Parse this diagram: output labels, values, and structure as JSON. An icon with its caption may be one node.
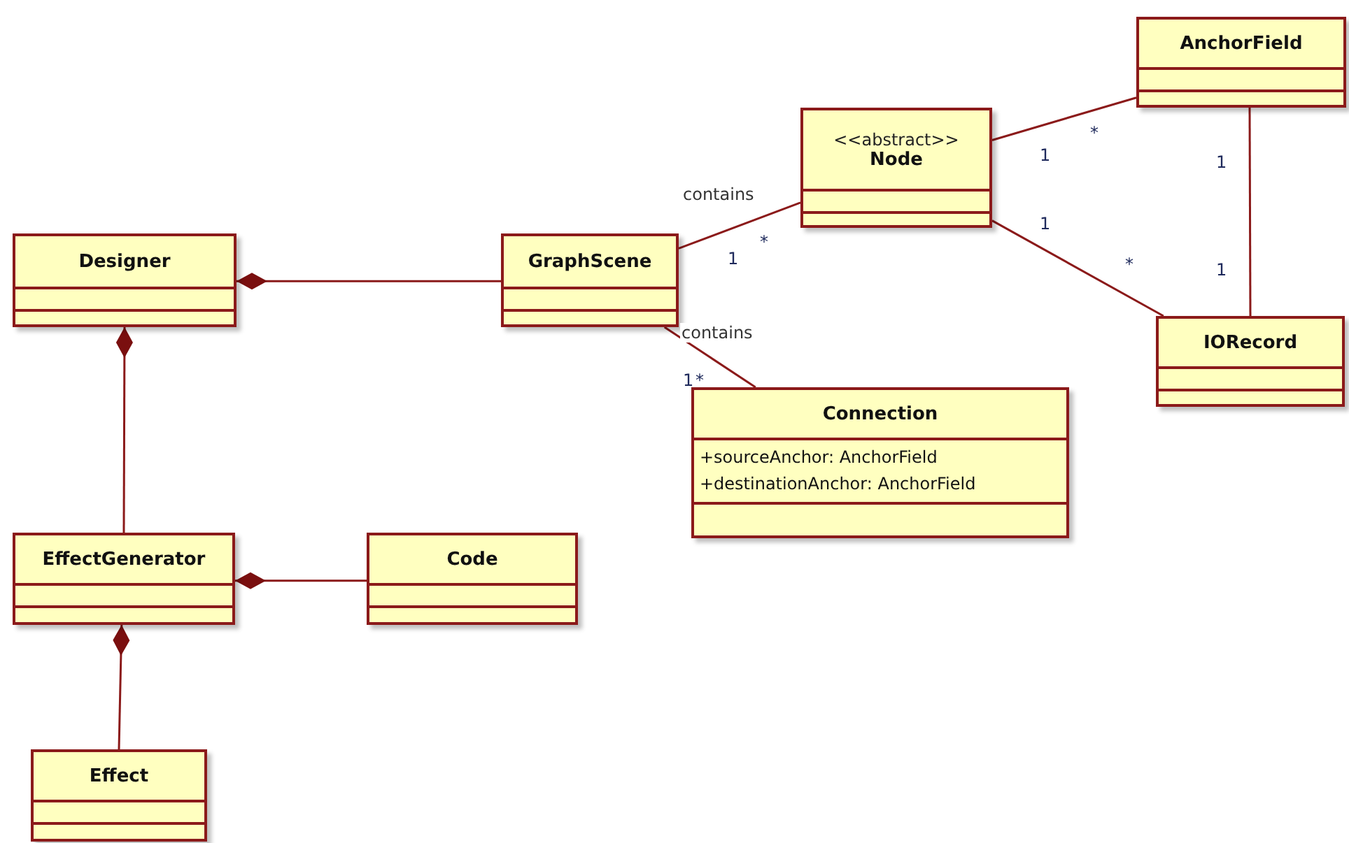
{
  "diagram": {
    "nodes": [
      {
        "text": [
          "Designer"
        ]
      },
      {
        "text": [
          "GraphScene"
        ]
      },
      {
        "text": [
          "<<abstract>>",
          "Node"
        ]
      },
      {
        "text": [
          "AnchorField"
        ]
      },
      {
        "text": [
          "IORecord"
        ]
      },
      {
        "text": [
          "Connection",
          "+sourceAnchor: AnchorField",
          "+destinationAnchor: AnchorField"
        ]
      },
      {
        "text": [
          "EffectGenerator"
        ]
      },
      {
        "text": [
          "Code"
        ]
      },
      {
        "text": [
          "Effect"
        ]
      }
    ],
    "edges": [
      {
        "from": 0,
        "to": 1,
        "arrow": "other"
      },
      {
        "from": 1,
        "to": 2,
        "arrow": "none",
        "label": "contains"
      },
      {
        "from": 2,
        "to": 3,
        "arrow": "none"
      },
      {
        "from": 2,
        "to": 4,
        "arrow": "none"
      },
      {
        "from": 3,
        "to": 4,
        "arrow": "none"
      },
      {
        "from": 1,
        "to": 5,
        "arrow": "none",
        "label": "contains"
      },
      {
        "from": 0,
        "to": 6,
        "arrow": "other"
      },
      {
        "from": 6,
        "to": 7,
        "arrow": "other"
      },
      {
        "from": 6,
        "to": 8,
        "arrow": "other"
      }
    ],
    "labels": [
      "*",
      "1",
      "1",
      "1",
      "*",
      "1",
      "*",
      "1",
      "1",
      "*"
    ]
  }
}
